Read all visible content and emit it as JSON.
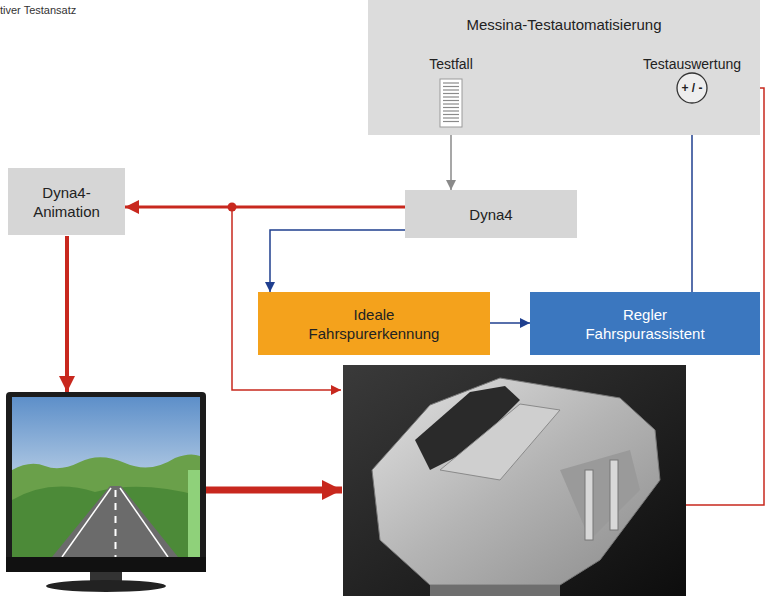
{
  "diagram": {
    "nodes": [
      {
        "text": [
          "Messina-Testautomatisierung"
        ]
      },
      {
        "text": [
          "Testfall"
        ],
        "in": 0
      },
      {
        "text": [
          "Testauswertung",
          "+ / -"
        ],
        "in": 0
      },
      {
        "text": [
          "Dyna4- Animation"
        ]
      },
      {
        "text": [
          "Dyna4"
        ]
      },
      {
        "text": [
          "Ideale Fahrspurerkennung"
        ]
      },
      {
        "text": [
          "Regler Fahrspurassistent"
        ]
      }
    ],
    "edges": [
      {
        "from": 1,
        "to": 4,
        "arrow": "to"
      },
      {
        "from": 4,
        "to": 3,
        "arrow": "to"
      },
      {
        "from": 4,
        "to": 5,
        "arrow": "to"
      },
      {
        "from": 5,
        "to": 6,
        "arrow": "to"
      },
      {
        "from": 6,
        "to": 2,
        "arrow": "to"
      }
    ],
    "labels": [
      "tiver Testansatz"
    ]
  }
}
